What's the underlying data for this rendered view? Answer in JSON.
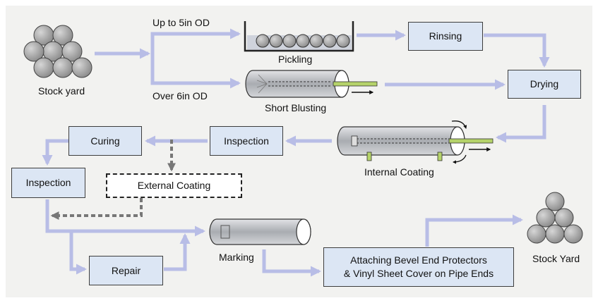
{
  "labels": {
    "stock_yard_in": "Stock yard",
    "up_to_5in": "Up to 5in OD",
    "over_6in": "Over 6in OD",
    "pickling": "Pickling",
    "short_blusting": "Short Blusting",
    "rinsing": "Rinsing",
    "drying": "Drying",
    "internal_coating": "Internal Coating",
    "inspection_1": "Inspection",
    "curing": "Curing",
    "external_coating": "External Coating",
    "inspection_2": "Inspection",
    "marking": "Marking",
    "repair": "Repair",
    "protectors_line1": "Attaching Bevel End Protectors",
    "protectors_line2": "& Vinyl Sheet Cover on Pipe Ends",
    "stock_yard_out": "Stock Yard"
  },
  "colors": {
    "flow_arrow": "#b8bde6",
    "box_fill": "#dce6f4",
    "pipe_gray": "#b0b3b8",
    "lance_green": "#b5d36a",
    "dashed_arrow": "#777777"
  }
}
